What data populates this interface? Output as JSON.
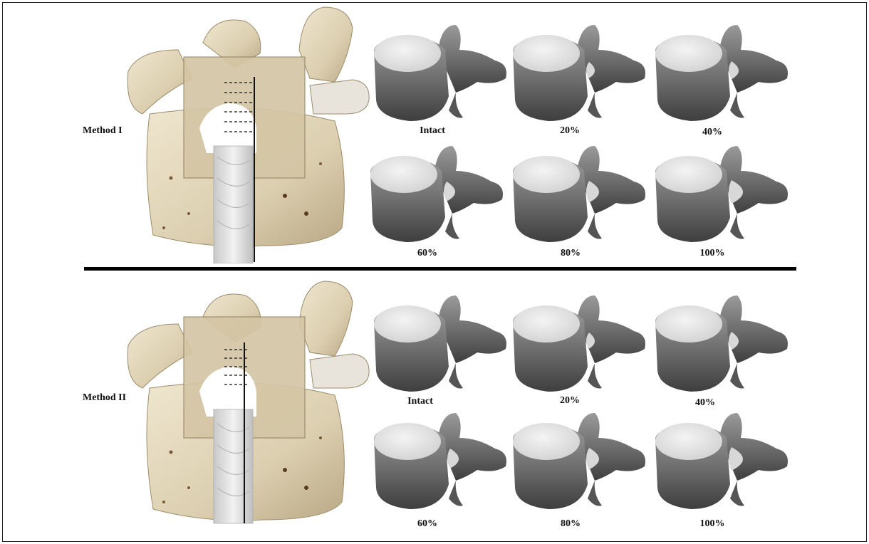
{
  "panels": [
    {
      "method": "Method I",
      "variants": [
        {
          "label": "Intact",
          "resection": 0
        },
        {
          "label": "20%",
          "resection": 20
        },
        {
          "label": "40%",
          "resection": 40
        },
        {
          "label": "60%",
          "resection": 60
        },
        {
          "label": "80%",
          "resection": 80
        },
        {
          "label": "100%",
          "resection": 100
        }
      ]
    },
    {
      "method": "Method II",
      "variants": [
        {
          "label": "Intact",
          "resection": 0
        },
        {
          "label": "20%",
          "resection": 20
        },
        {
          "label": "40%",
          "resection": 40
        },
        {
          "label": "60%",
          "resection": 60
        },
        {
          "label": "80%",
          "resection": 80
        },
        {
          "label": "100%",
          "resection": 100
        }
      ]
    }
  ],
  "colors": {
    "bone": "#e6dcc4",
    "bone_shadow": "#b8a888",
    "model": "#8a8a8a",
    "model_light": "#d9d9d9",
    "divider": "#000000"
  }
}
